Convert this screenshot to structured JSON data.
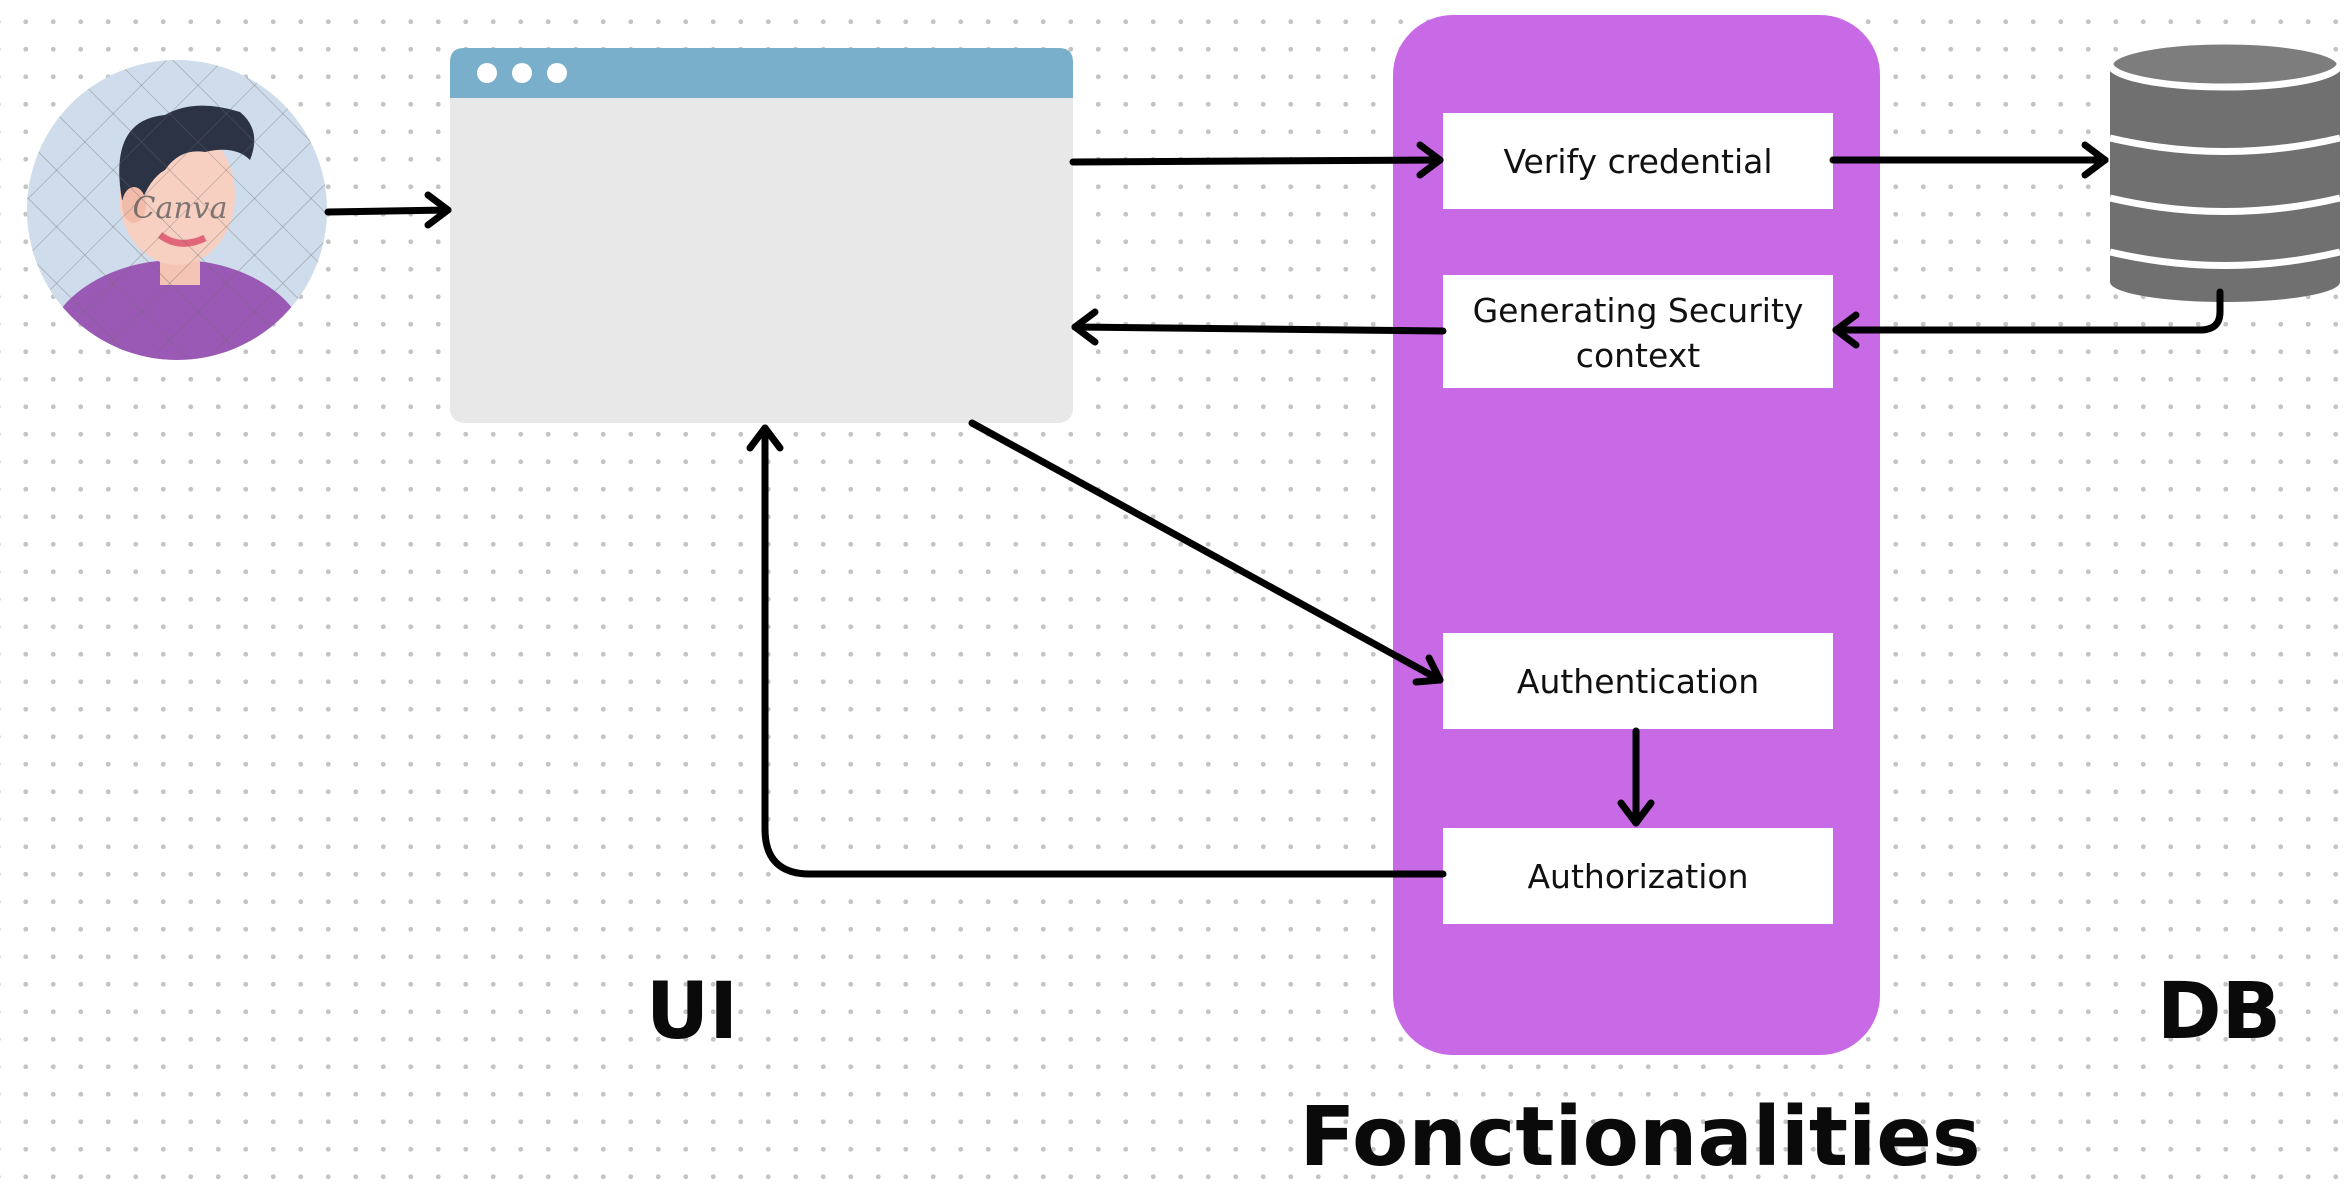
{
  "nodes": {
    "verify": "Verify credential",
    "generating_line1": "Generating Security",
    "generating_line2": "context",
    "authentication": "Authentication",
    "authorization": "Authorization"
  },
  "watermark": "Canva",
  "labels": {
    "ui": "UI",
    "functionalities": "Fonctionalities",
    "db": "DB"
  },
  "colors": {
    "panel": "#c86ae6",
    "window_bar": "#7aafcb",
    "window_body": "#e8e8e8",
    "db": "#707070",
    "avatar_bg": "#cfdceb",
    "shirt": "#9b59b6"
  }
}
